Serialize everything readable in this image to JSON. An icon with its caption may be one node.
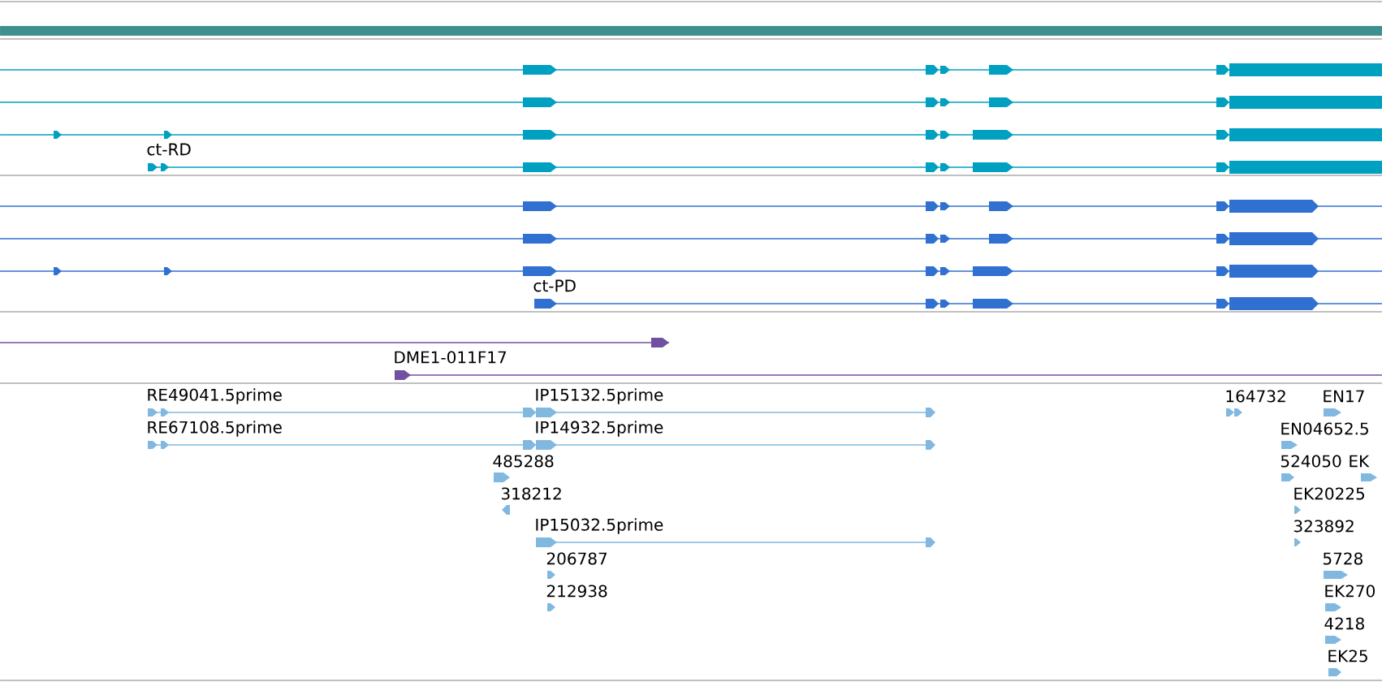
{
  "diagram": {
    "labels": [
      "ct-RD",
      "ct-PD",
      "DME1-011F17",
      "RE49041.5prime",
      "IP15132.5prime",
      "164732",
      "EN17",
      "RE67108.5prime",
      "IP14932.5prime",
      "EN04652.5",
      "485288",
      "524050",
      "EK",
      "318212",
      "EK20225",
      "IP15032.5prime",
      "323892",
      "206787",
      "5728",
      "212938",
      "EK270",
      "4218",
      "EK25"
    ]
  }
}
